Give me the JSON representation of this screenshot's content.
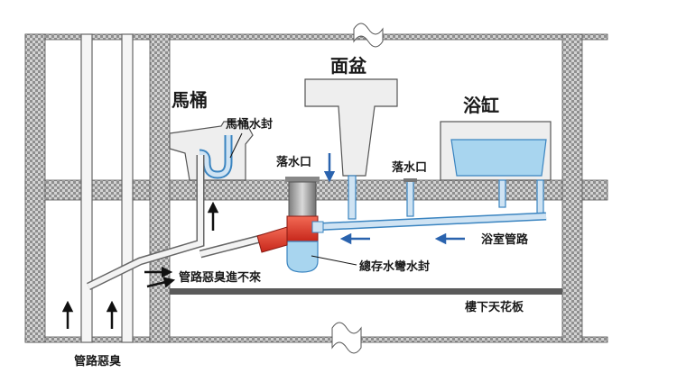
{
  "labels": {
    "toilet": "馬桶",
    "toilet_seal": "馬桶水封",
    "basin": "面盆",
    "bathtub": "浴缸",
    "floor_drain_1": "落水口",
    "floor_drain_2": "落水口",
    "bathroom_pipe": "浴室管路",
    "main_trap_seal": "總存水彎水封",
    "odor_entering": "管路惡臭進不來",
    "ceiling_below": "樓下天花板",
    "pipe_odor": "管路惡臭"
  },
  "colors": {
    "pipe_fill": "#cfe3f3",
    "pipe_stroke": "#3a84c0",
    "arrow_blue": "#2a63ae",
    "trap_red": "#e23a2a",
    "water_blue": "#a8d5ef",
    "wall_grey": "#9a9a9a"
  }
}
